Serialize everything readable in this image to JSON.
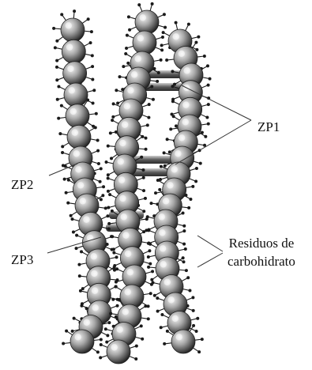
{
  "labels": {
    "zp1": "ZP1",
    "zp2": "ZP2",
    "zp3": "ZP3",
    "residuos_line1": "Residuos de",
    "residuos_line2": "carbohidrato"
  },
  "colors": {
    "bead_light": "#f2f2f2",
    "bead_mid": "#9a9a9a",
    "bead_dark": "#2e2e2e",
    "bridge": "#555555",
    "spike": "#1a1a1a",
    "leader": "#333333"
  }
}
